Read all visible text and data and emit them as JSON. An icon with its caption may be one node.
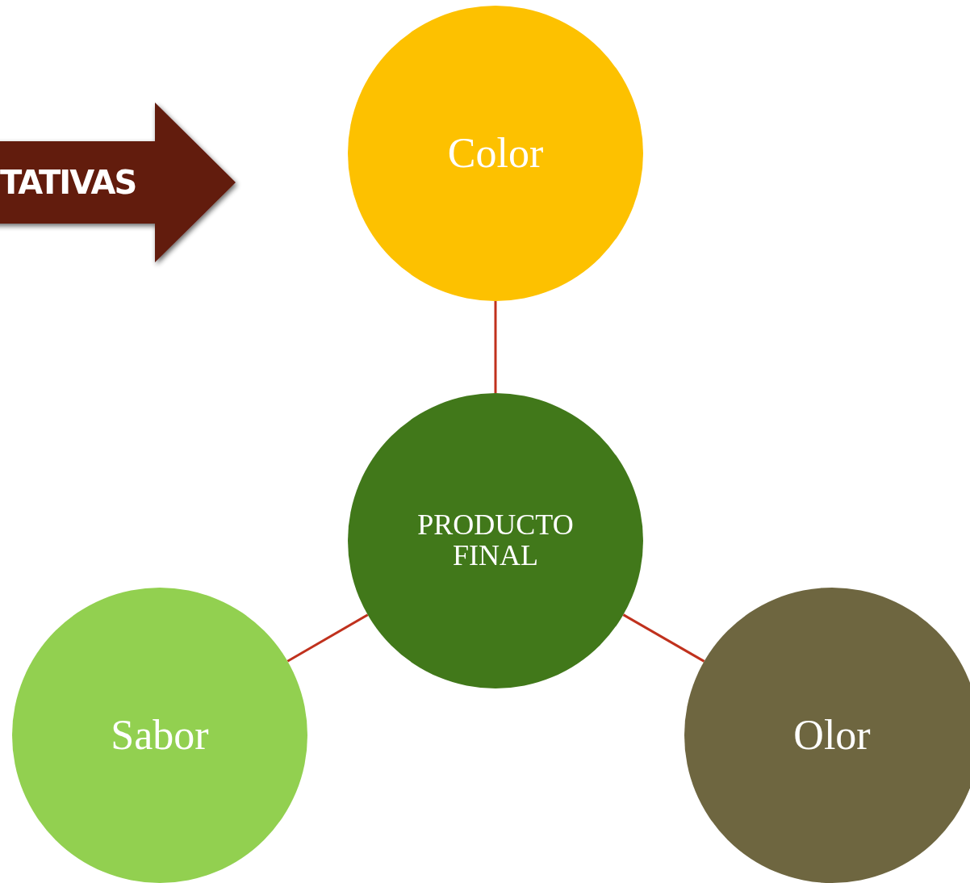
{
  "diagram": {
    "nodes": [
      {
        "text": [
          "TATIVAS"
        ]
      },
      {
        "text": [
          "Color"
        ]
      },
      {
        "text": [
          "PRODUCTO FINAL"
        ]
      },
      {
        "text": [
          "Sabor"
        ]
      },
      {
        "text": [
          "Olor"
        ]
      }
    ],
    "edges": [
      {
        "from": 1,
        "to": 2,
        "arrow": "none"
      },
      {
        "from": 2,
        "to": 3,
        "arrow": "none"
      },
      {
        "from": 2,
        "to": 4,
        "arrow": "none"
      }
    ]
  }
}
